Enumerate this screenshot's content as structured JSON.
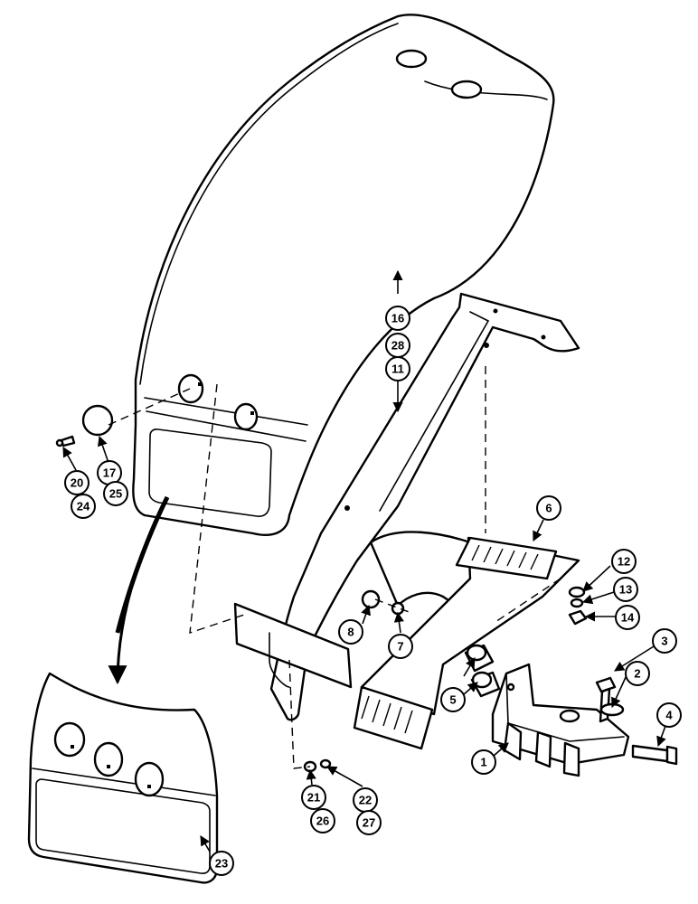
{
  "callouts": {
    "c1": "1",
    "c2": "2",
    "c3": "3",
    "c4": "4",
    "c5": "5",
    "c6": "6",
    "c7": "7",
    "c8": "8",
    "c11": "11",
    "c12": "12",
    "c13": "13",
    "c14": "14",
    "c16": "16",
    "c17": "17",
    "c20": "20",
    "c21": "21",
    "c22": "22",
    "c23": "23",
    "c24": "24",
    "c25": "25",
    "c26": "26",
    "c27": "27",
    "c28": "28"
  }
}
